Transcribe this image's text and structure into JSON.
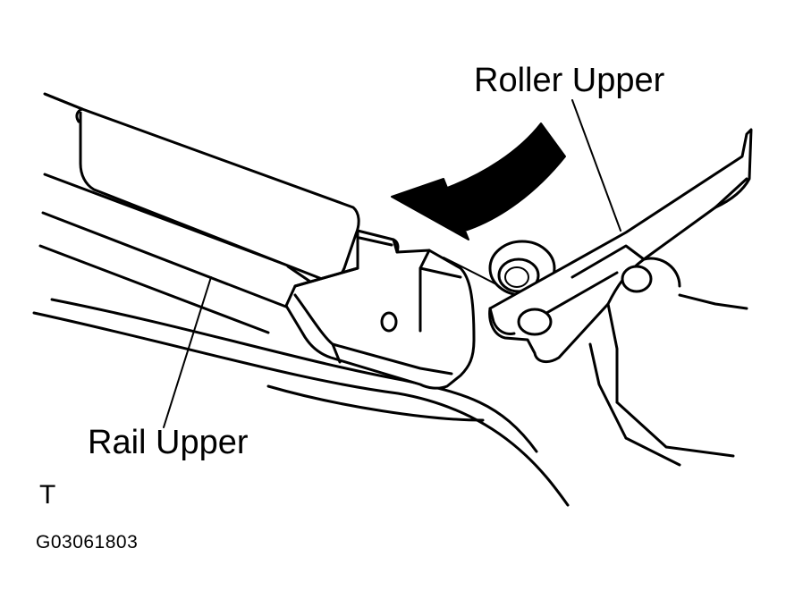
{
  "labels": {
    "roller_upper": "Roller Upper",
    "rail_upper": "Rail Upper"
  },
  "corner_mark": "T",
  "figure_id": "G03061803"
}
